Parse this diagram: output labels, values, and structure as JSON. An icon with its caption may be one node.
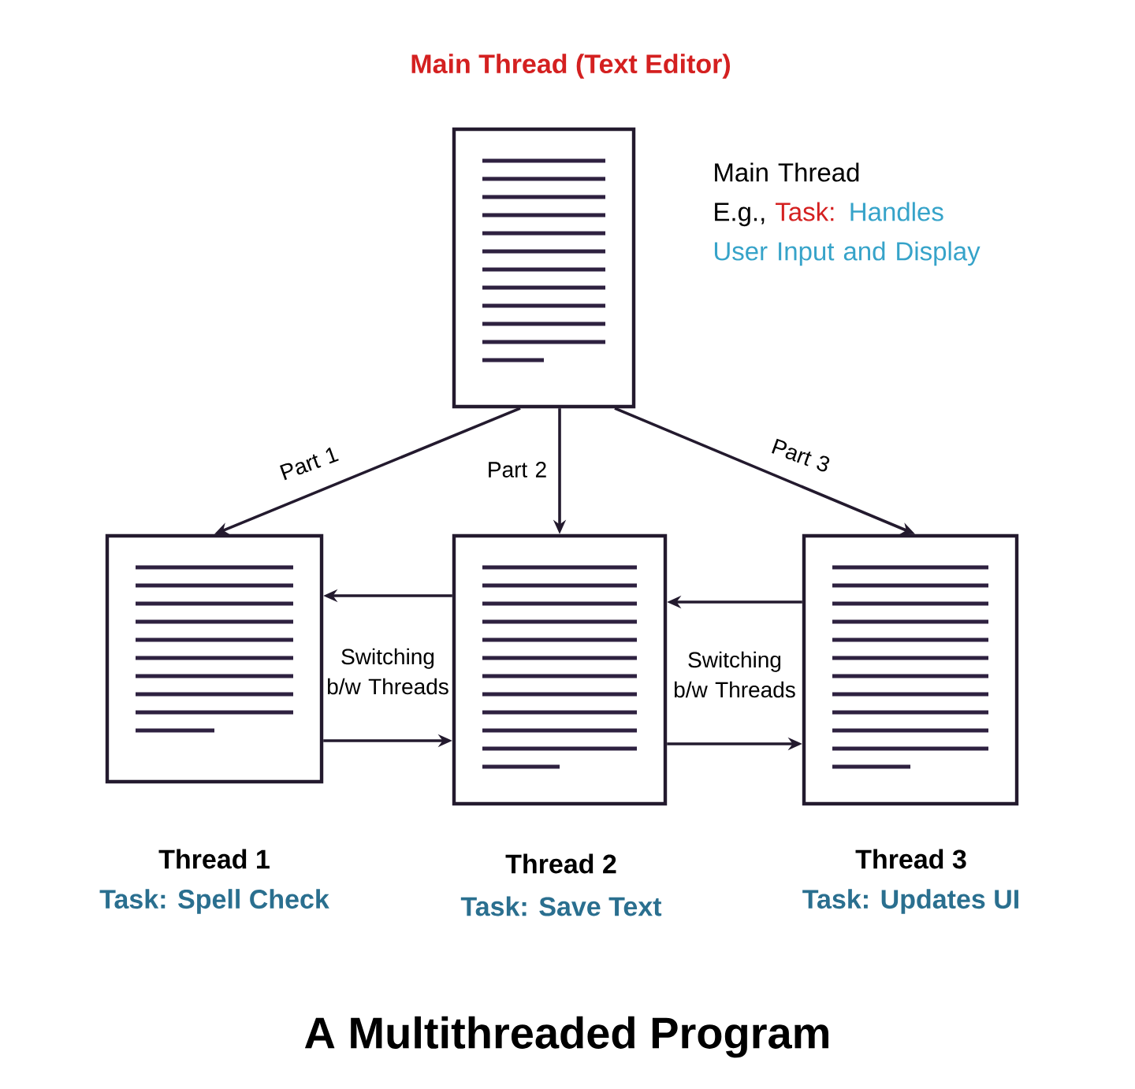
{
  "diagram": {
    "title": "A Multithreaded Program",
    "nodes": [
      {
        "text": [
          "Main Thread (Text Editor)"
        ],
        "beside": [
          "Main Thread",
          "E.g.,",
          "Task:",
          "Handles User Input and Display"
        ]
      },
      {
        "text": [
          "Thread 1",
          "Task: Spell Check"
        ]
      },
      {
        "text": [
          "Thread 2",
          "Task: Save Text"
        ]
      },
      {
        "text": [
          "Thread 3",
          "Task: Updates UI"
        ]
      }
    ],
    "edges": [
      {
        "from": 0,
        "to": 1,
        "arrow": "to",
        "label": "Part 1"
      },
      {
        "from": 0,
        "to": 2,
        "arrow": "to",
        "label": "Part 2"
      },
      {
        "from": 0,
        "to": 3,
        "arrow": "to",
        "label": "Part 3"
      },
      {
        "from": 2,
        "to": 1,
        "arrow": "to",
        "label": "Switching b/w Threads"
      },
      {
        "from": 1,
        "to": 2,
        "arrow": "to"
      },
      {
        "from": 3,
        "to": 2,
        "arrow": "to",
        "label": "Switching b/w Threads"
      },
      {
        "from": 2,
        "to": 3,
        "arrow": "to"
      }
    ]
  }
}
